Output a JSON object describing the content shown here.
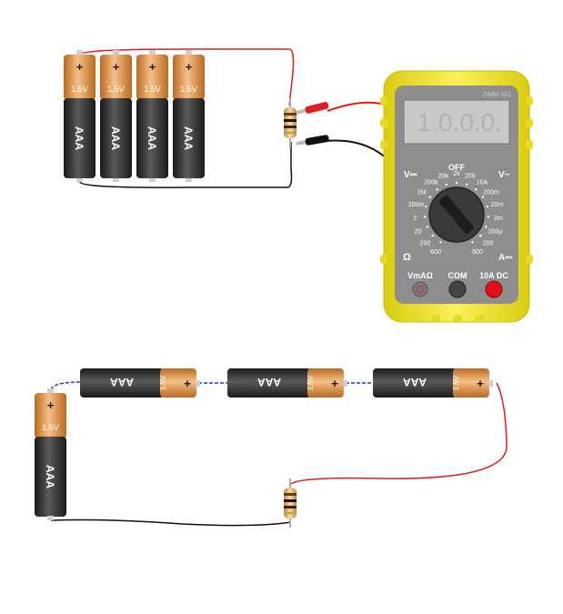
{
  "battery": {
    "label": "AAA",
    "voltage": "1.5V",
    "positive": "+",
    "colors": {
      "cap": "#e8a050",
      "body": "#2e2e2e",
      "tip": "#cfcfcf"
    }
  },
  "multimeter": {
    "model": "DMM-101",
    "display": "1.0.0.0.",
    "off_label": "OFF",
    "sections": {
      "volts_dc": "V⎓",
      "volts_ac": "V~",
      "ohms": "Ω",
      "amps_dc": "A⎓"
    },
    "dial_labels": [
      "600",
      "200",
      "20",
      "2",
      "200m",
      "2M",
      "200k",
      "20k",
      "2k",
      "200",
      "10A",
      "200m",
      "20m",
      "2m",
      "200µ",
      "200",
      "600"
    ],
    "jacks": {
      "vma": "VmAΩ",
      "com": "COM",
      "amp": "10A DC"
    },
    "colors": {
      "case": "#f2e634",
      "panel": "#8e8e8e",
      "lcd": "#c9c9c9",
      "red_jack": "#e0101a"
    }
  },
  "wires": {
    "red": "#e02020",
    "black": "#111111",
    "blue": "#1b3fd0"
  }
}
